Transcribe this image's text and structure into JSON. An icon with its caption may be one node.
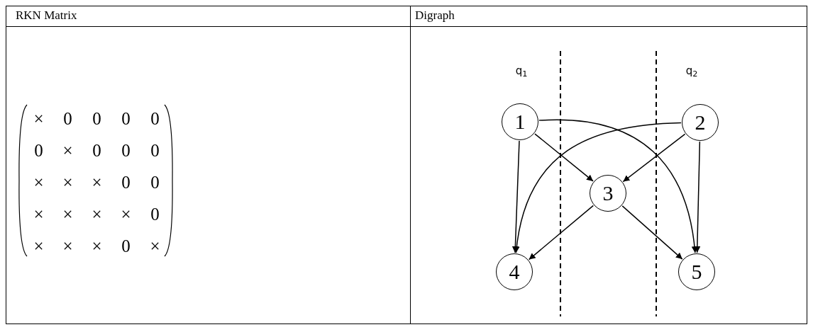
{
  "diagram": {
    "nodes": [
      {
        "text": [
          "1"
        ]
      },
      {
        "text": [
          "2"
        ]
      },
      {
        "text": [
          "3"
        ]
      },
      {
        "text": [
          "4"
        ]
      },
      {
        "text": [
          "5"
        ]
      }
    ],
    "edges": [
      {
        "from": 0,
        "to": 3,
        "arrow": "to"
      },
      {
        "from": 0,
        "to": 2,
        "arrow": "to"
      },
      {
        "from": 0,
        "to": 4,
        "arrow": "to"
      },
      {
        "from": 1,
        "to": 3,
        "arrow": "to"
      },
      {
        "from": 1,
        "to": 2,
        "arrow": "to"
      },
      {
        "from": 1,
        "to": 4,
        "arrow": "to"
      },
      {
        "from": 2,
        "to": 3,
        "arrow": "to"
      },
      {
        "from": 2,
        "to": 4,
        "arrow": "to"
      }
    ],
    "labels": [
      "RKN Matrix",
      "Digraph",
      "×",
      "0",
      "0",
      "0",
      "0",
      "0",
      "×",
      "0",
      "0",
      "0",
      "×",
      "×",
      "×",
      "0",
      "0",
      "×",
      "×",
      "×",
      "×",
      "0",
      "×",
      "×",
      "×",
      "0",
      "×",
      "q$_{1}$",
      "q$_{2}$"
    ]
  }
}
